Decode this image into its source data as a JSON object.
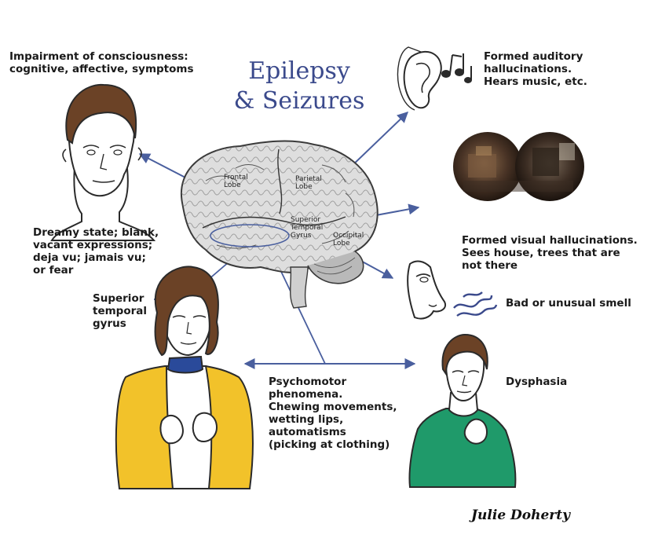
{
  "title": {
    "line1": "Epilepsy",
    "line2": "& Seizures"
  },
  "labels": {
    "impairment": "Impairment of consciousness:\ncognitive, affective, symptoms",
    "dreamy": "Dreamy state; blank,\nvacant expressions;\ndeja vu; jamais vu;\nor fear",
    "superior_temporal": "Superior\ntemporal\ngyrus",
    "auditory": "Formed auditory\nhallucinations.\nHears music, etc.",
    "visual": "Formed visual hallucinations.\nSees house, trees that are\nnot there",
    "smell": "Bad or unusual smell",
    "dysphasia": "Dysphasia",
    "psychomotor": "Psychomotor\nphenomena.\nChewing movements,\nwetting lips,\nautomatisms\n(picking at clothing)"
  },
  "brain_lobes": {
    "frontal": [
      "Frontal",
      "Lobe"
    ],
    "parietal": [
      "Parietal",
      "Lobe"
    ],
    "superior": [
      "Superior",
      "Temporal",
      "Gyrus"
    ],
    "occipital": [
      "Occipital",
      "Lobe"
    ]
  },
  "signature": "Julie Doherty",
  "colors": {
    "title": "#3b4a8c",
    "arrow": "#4a5f9e",
    "woman_jacket": "#f2c22a",
    "man_shirt": "#1f9a6a",
    "hair": "#6b4226"
  },
  "icons": [
    "ear-icon",
    "music-note-icon",
    "binocular-view-image",
    "nose-icon",
    "smell-wave-icon",
    "brain-illustration"
  ]
}
